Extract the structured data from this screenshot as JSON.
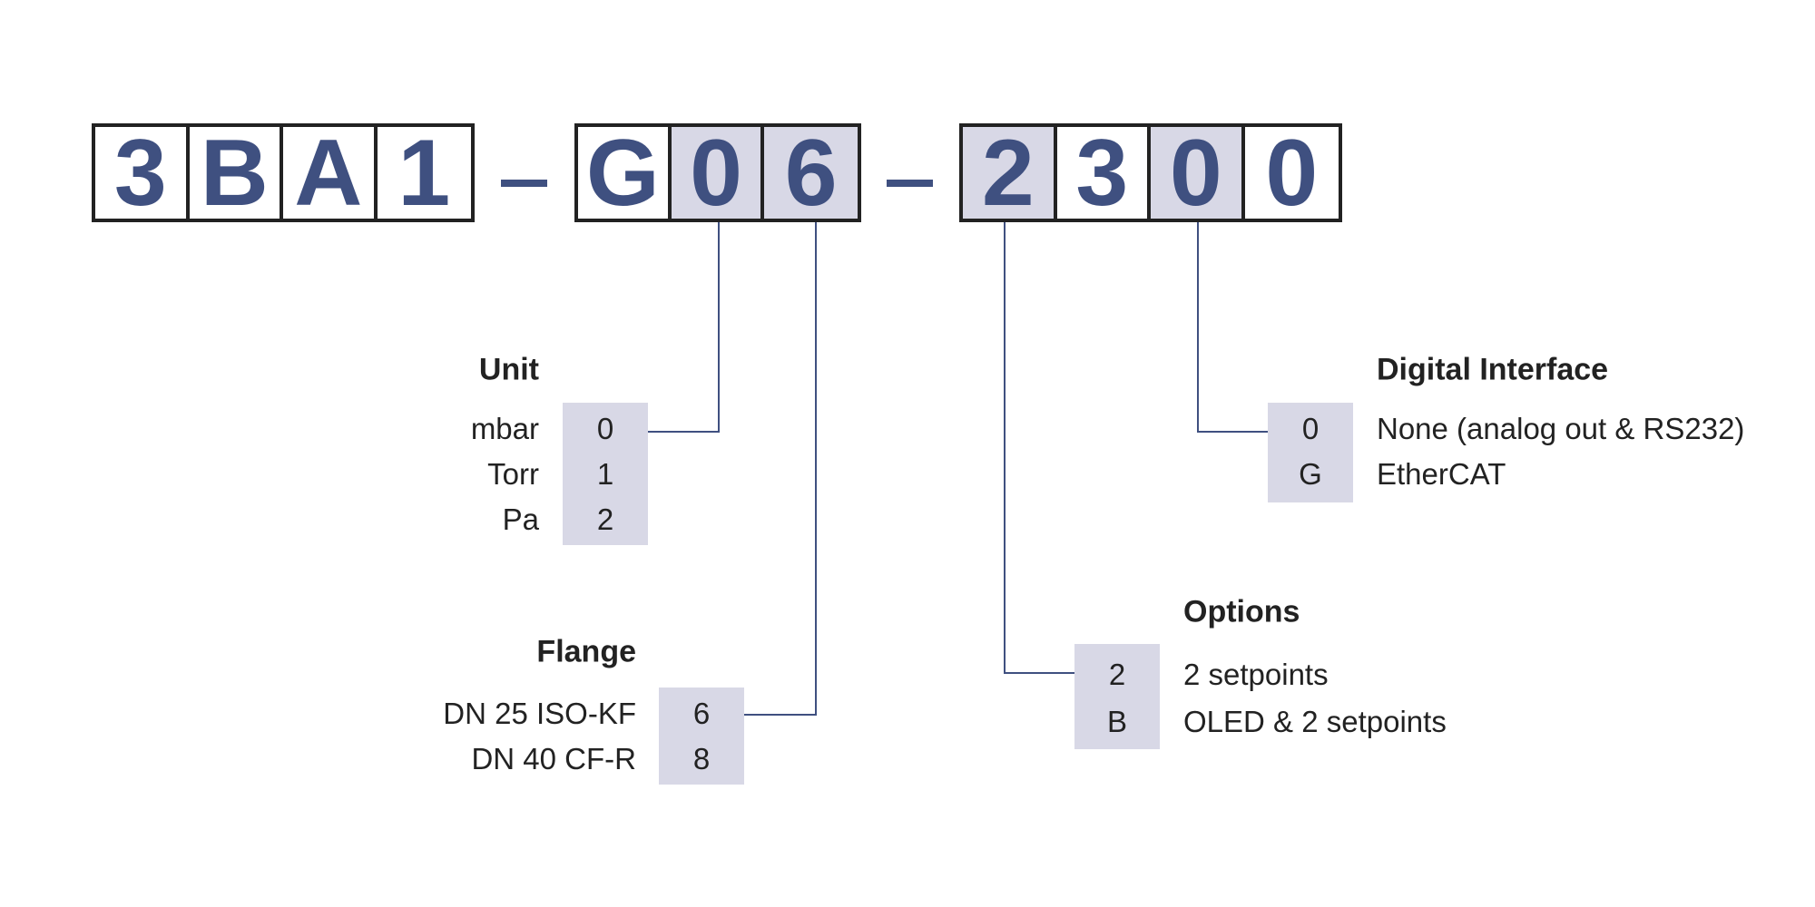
{
  "code": {
    "group1": [
      "3",
      "B",
      "A",
      "1"
    ],
    "group2": [
      "G",
      "0",
      "6"
    ],
    "group3": [
      "2",
      "3",
      "0",
      "0"
    ]
  },
  "unit": {
    "title": "Unit",
    "rows": [
      {
        "label": "mbar",
        "code": "0"
      },
      {
        "label": "Torr",
        "code": "1"
      },
      {
        "label": "Pa",
        "code": "2"
      }
    ]
  },
  "flange": {
    "title": "Flange",
    "rows": [
      {
        "label": "DN 25 ISO-KF",
        "code": "6"
      },
      {
        "label": "DN 40 CF-R",
        "code": "8"
      }
    ]
  },
  "options": {
    "title": "Options",
    "rows": [
      {
        "label": "2 setpoints",
        "code": "2"
      },
      {
        "label": "OLED & 2 setpoints",
        "code": "B"
      }
    ]
  },
  "digital": {
    "title": "Digital Interface",
    "rows": [
      {
        "label": "None (analog out & RS232)",
        "code": "0"
      },
      {
        "label": "EtherCAT",
        "code": "G"
      }
    ]
  },
  "colors": {
    "accent": "#3f5080",
    "highlight": "#d8d8e6",
    "border": "#222222"
  }
}
